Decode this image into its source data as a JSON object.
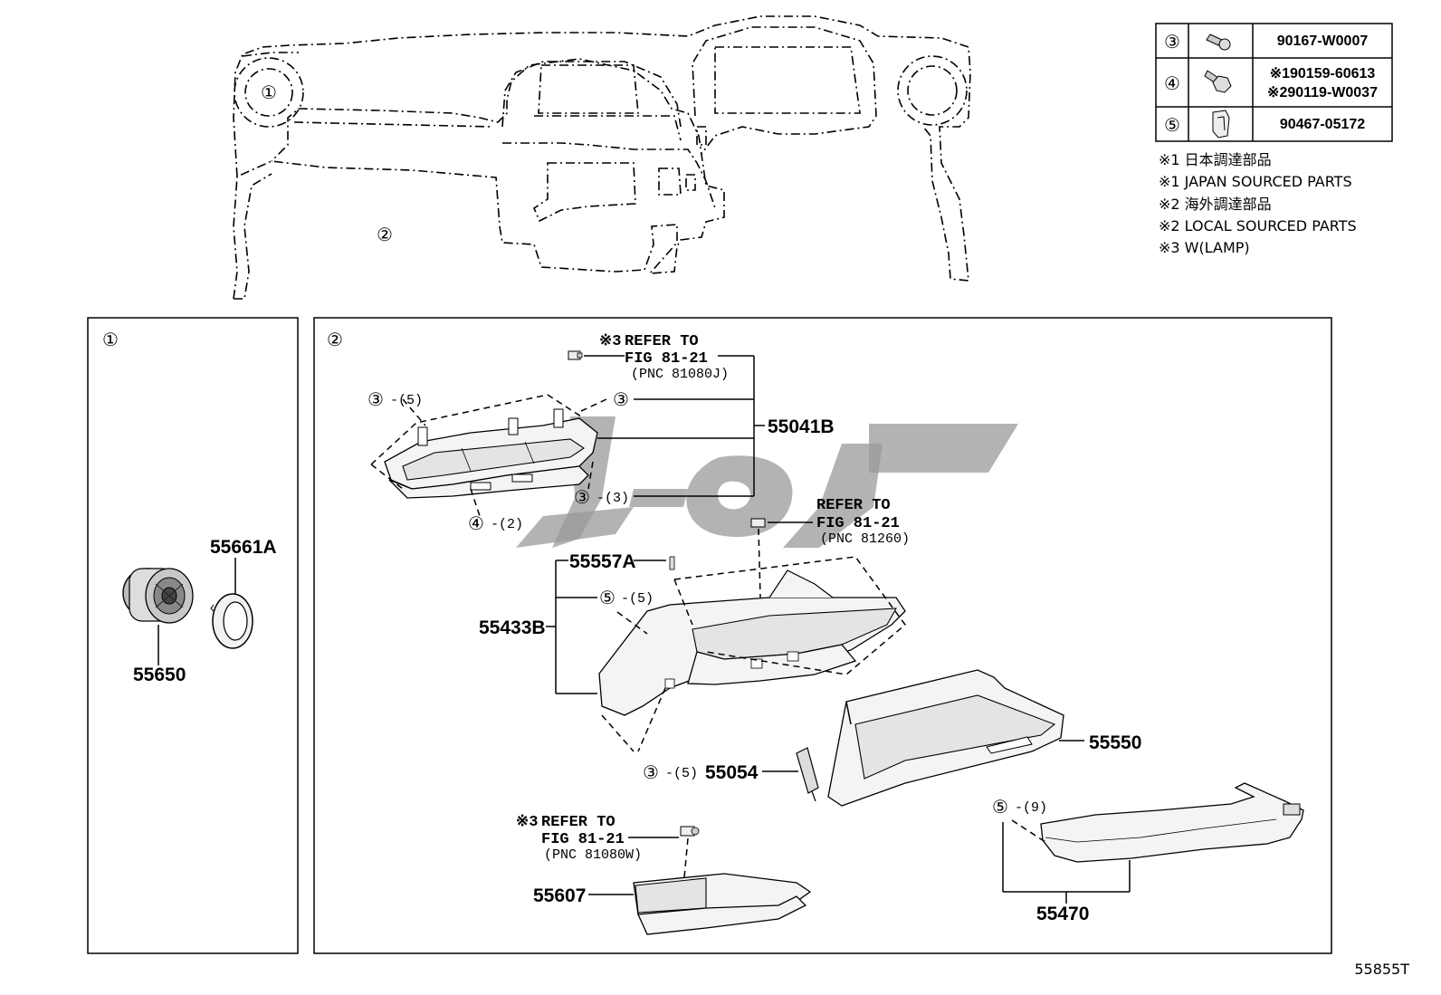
{
  "callouts": {
    "c1": "①",
    "c2": "②",
    "c3": "③",
    "c4": "④",
    "c5": "⑤"
  },
  "parts": {
    "p55041B": "55041B",
    "p55557A": "55557A",
    "p55433B": "55433B",
    "p55054": "55054",
    "p55550": "55550",
    "p55607": "55607",
    "p55470": "55470",
    "p55661A": "55661A",
    "p55650": "55650"
  },
  "qty": {
    "q3_5a": "-(5)",
    "q4_2": "-(2)",
    "q3_3": "-(3)",
    "q5_5": "-(5)",
    "q3_5b": "-(5)",
    "q5_9": "-(9)"
  },
  "refs": {
    "r1": {
      "mark": "※3",
      "line1": "REFER TO",
      "line2": "FIG 81-21",
      "pnc": "(PNC 81080J)"
    },
    "r2": {
      "mark": "",
      "line1": "REFER TO",
      "line2": "FIG 81-21",
      "pnc": "(PNC 81260)"
    },
    "r3": {
      "mark": "※3",
      "line1": "REFER TO",
      "line2": "FIG 81-21",
      "pnc": "(PNC 81080W)"
    }
  },
  "fastener_table": [
    {
      "callout": "③",
      "parts": [
        "90167-W0007"
      ]
    },
    {
      "callout": "④",
      "parts": [
        "※190159-60613",
        "※290119-W0037"
      ]
    },
    {
      "callout": "⑤",
      "parts": [
        "90467-05172"
      ]
    }
  ],
  "legend": [
    "※1 日本調達部品",
    "※1 JAPAN SOURCED PARTS",
    "※2 海外調達部品",
    "※2 LOCAL SOURCED PARTS",
    "※3 W(LAMP)"
  ],
  "figure_code": "55855T",
  "watermark_color": "#9a9a9a"
}
